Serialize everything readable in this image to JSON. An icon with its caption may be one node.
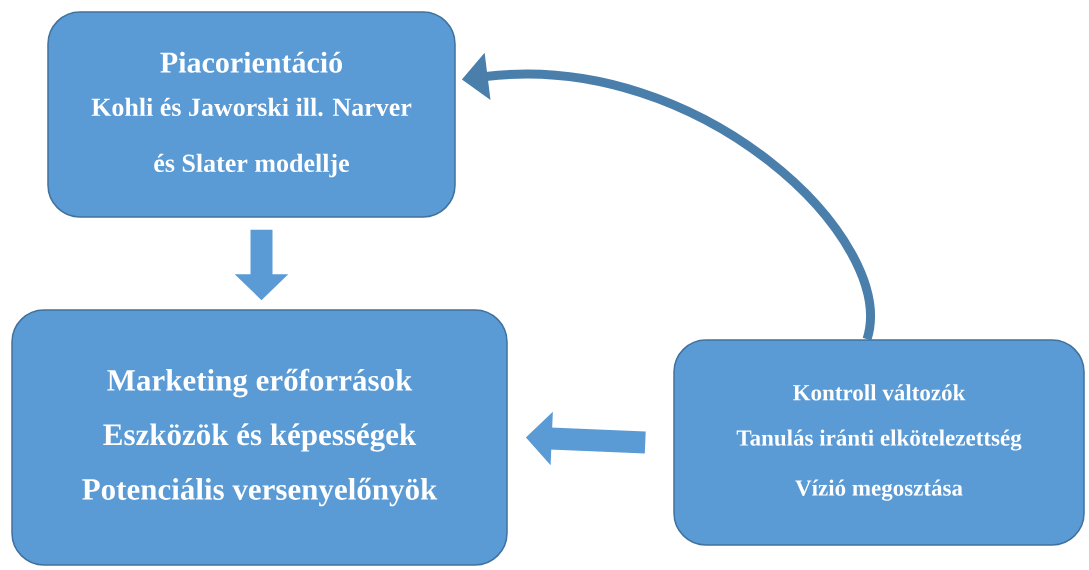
{
  "diagram": {
    "nodes": [
      {
        "text": [
          "Piacorientáció",
          "Kohli és Jaworski ill. Narver és Slater modellje"
        ]
      },
      {
        "text": [
          "Marketing erőforrások",
          "Eszközök és képességek",
          "Potenciális versenyelőnyök"
        ]
      },
      {
        "text": [
          "Kontroll változók",
          "Tanulás iránti elkötelezettség",
          "Vízió megosztása"
        ]
      }
    ],
    "edges": [
      {
        "from": 0,
        "to": 1,
        "arrow": "to"
      },
      {
        "from": 2,
        "to": 1,
        "arrow": "to"
      },
      {
        "from": 2,
        "to": 0,
        "arrow": "to",
        "color": "#4a7eab"
      }
    ]
  }
}
